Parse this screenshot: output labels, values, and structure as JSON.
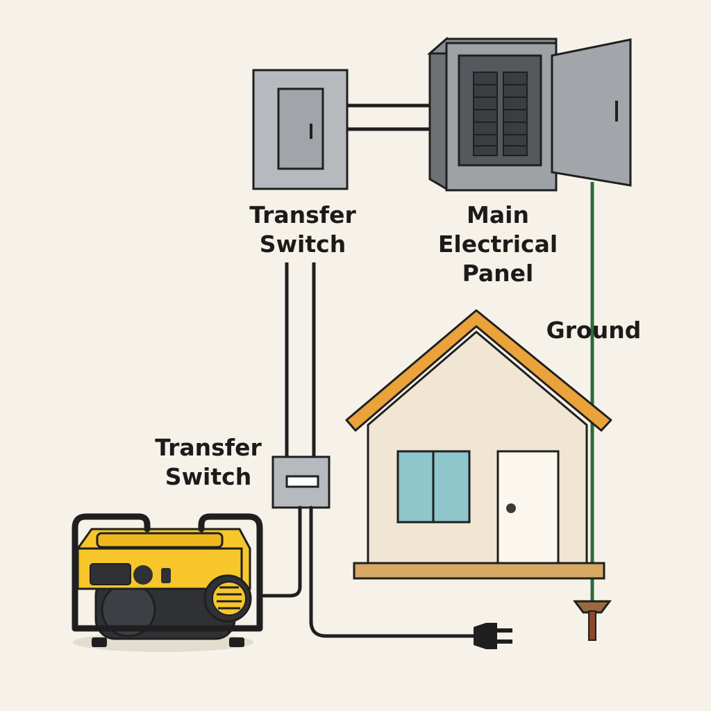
{
  "labels": {
    "transfer_switch_top": {
      "line1": "Transfer",
      "line2": "Switch"
    },
    "main_panel": {
      "line1": "Main",
      "line2": "Electrical",
      "line3": "Panel"
    },
    "transfer_switch_bottom": {
      "line1": "Transfer",
      "line2": "Switch"
    },
    "ground": "Ground"
  },
  "colors": {
    "background": "#f6f2e9",
    "outline": "#1f1f1f",
    "panel_gray": "#a3a6aa",
    "panel_dark": "#4b4f54",
    "roof": "#eaa23a",
    "house_wall": "#f1e5d3",
    "window": "#8ec6cc",
    "foundation": "#d8a865",
    "generator_yellow": "#f6c62b",
    "ground_wire": "#2f6b3a",
    "ground_rod": "#8a4a2a"
  },
  "icons": [
    "generator-icon",
    "house-icon",
    "plug-icon",
    "ground-rod-icon",
    "breaker-panel-icon",
    "transfer-switch-icon"
  ]
}
